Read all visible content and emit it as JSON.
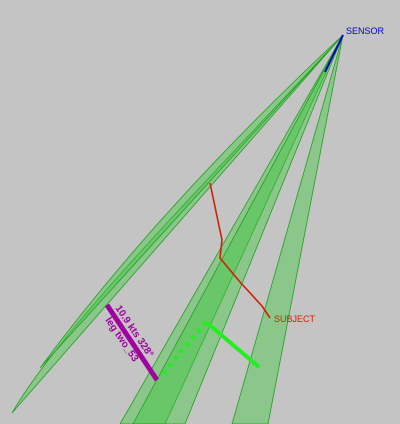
{
  "labels": {
    "sensor": "SENSOR",
    "subject": "SUBJECT",
    "leg_speed": "10.9 kts 328°",
    "leg_name": "leg two_53"
  },
  "colors": {
    "background": "#c4c4c4",
    "sensor": "#0000cc",
    "subject": "#cc2200",
    "bearing_fan_fill": "#3cc83c",
    "bearing_fan_edge": "#1ea01e",
    "leg": "#a000a0",
    "solution": "#22ee22"
  }
}
